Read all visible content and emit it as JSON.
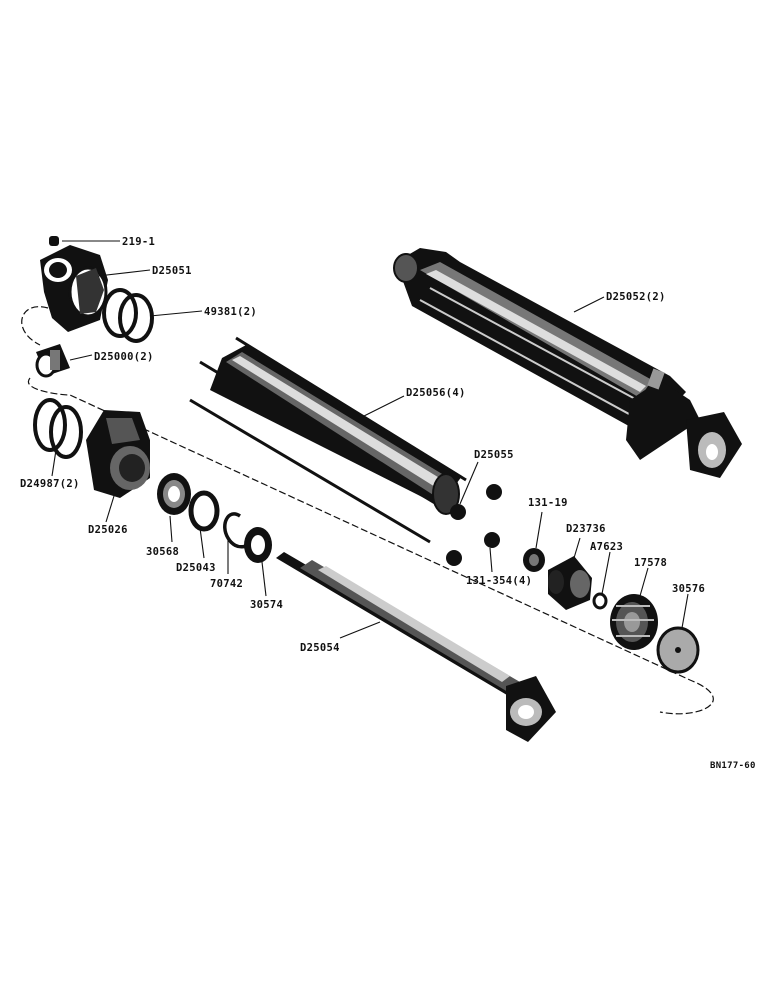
{
  "diagram": {
    "labels": {
      "p219_1": "219-1",
      "d25051": "D25051",
      "p49381": "49381(2)",
      "d25000": "D25000(2)",
      "d25052": "D25052(2)",
      "d25056": "D25056(4)",
      "d24987": "D24987(2)",
      "d25026": "D25026",
      "d25055": "D25055",
      "p131_19": "131-19",
      "d23736": "D23736",
      "a7623": "A7623",
      "p17578": "17578",
      "p30576": "30576",
      "p30568": "30568",
      "d25043": "D25043",
      "p70742": "70742",
      "p30574": "30574",
      "p131_354": "131-354(4)",
      "d25054": "D25054"
    },
    "figure_code": "BN177-60"
  }
}
